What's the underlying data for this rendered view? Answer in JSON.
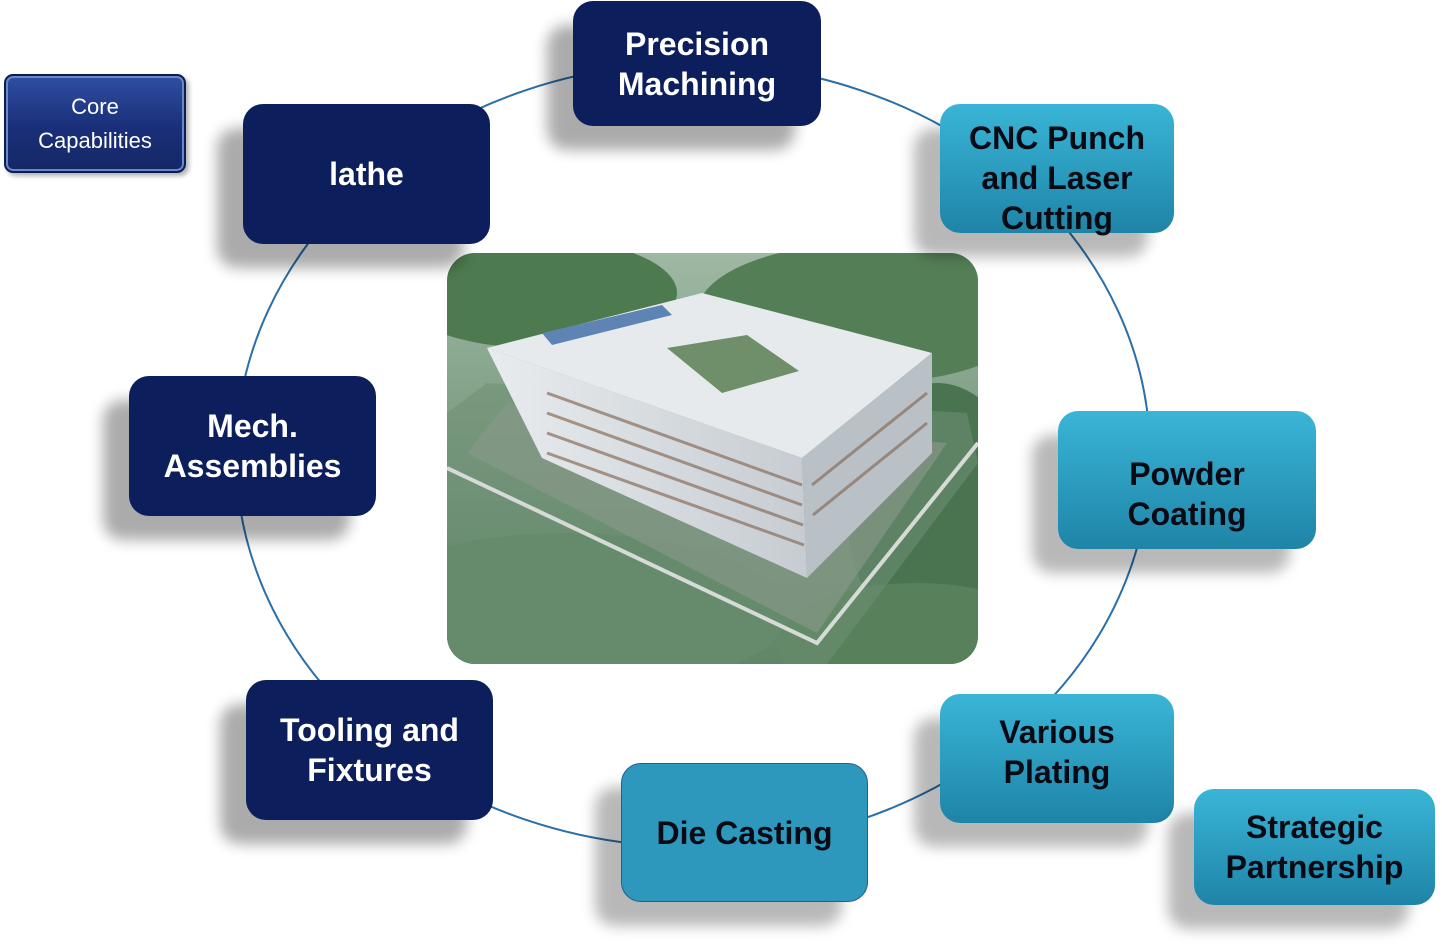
{
  "legend": {
    "line1": "Core",
    "line2": "Capabilities"
  },
  "nodes": {
    "precision_machining": {
      "line1": "Precision",
      "line2": "Machining"
    },
    "lathe": {
      "line1": "lathe"
    },
    "cnc_punch": {
      "line1": "CNC Punch",
      "line2": "and Laser",
      "line3": "Cutting"
    },
    "mech_assemblies": {
      "line1": "Mech.",
      "line2": "Assemblies"
    },
    "powder_coating": {
      "line1": "Powder",
      "line2": "Coating"
    },
    "tooling_fixtures": {
      "line1": "Tooling and",
      "line2": "Fixtures"
    },
    "die_casting": {
      "line1": "Die Casting"
    },
    "various_plating": {
      "line1": "Various",
      "line2": "Plating"
    },
    "strategic_partnership": {
      "line1": "Strategic",
      "line2": "Partnership"
    }
  },
  "colors": {
    "core_fill": "#0c1f5c",
    "partner_fill": "#2e9dc2",
    "ring_line": "#2a6fa8"
  },
  "image": {
    "subject": "factory-aerial-photo"
  }
}
